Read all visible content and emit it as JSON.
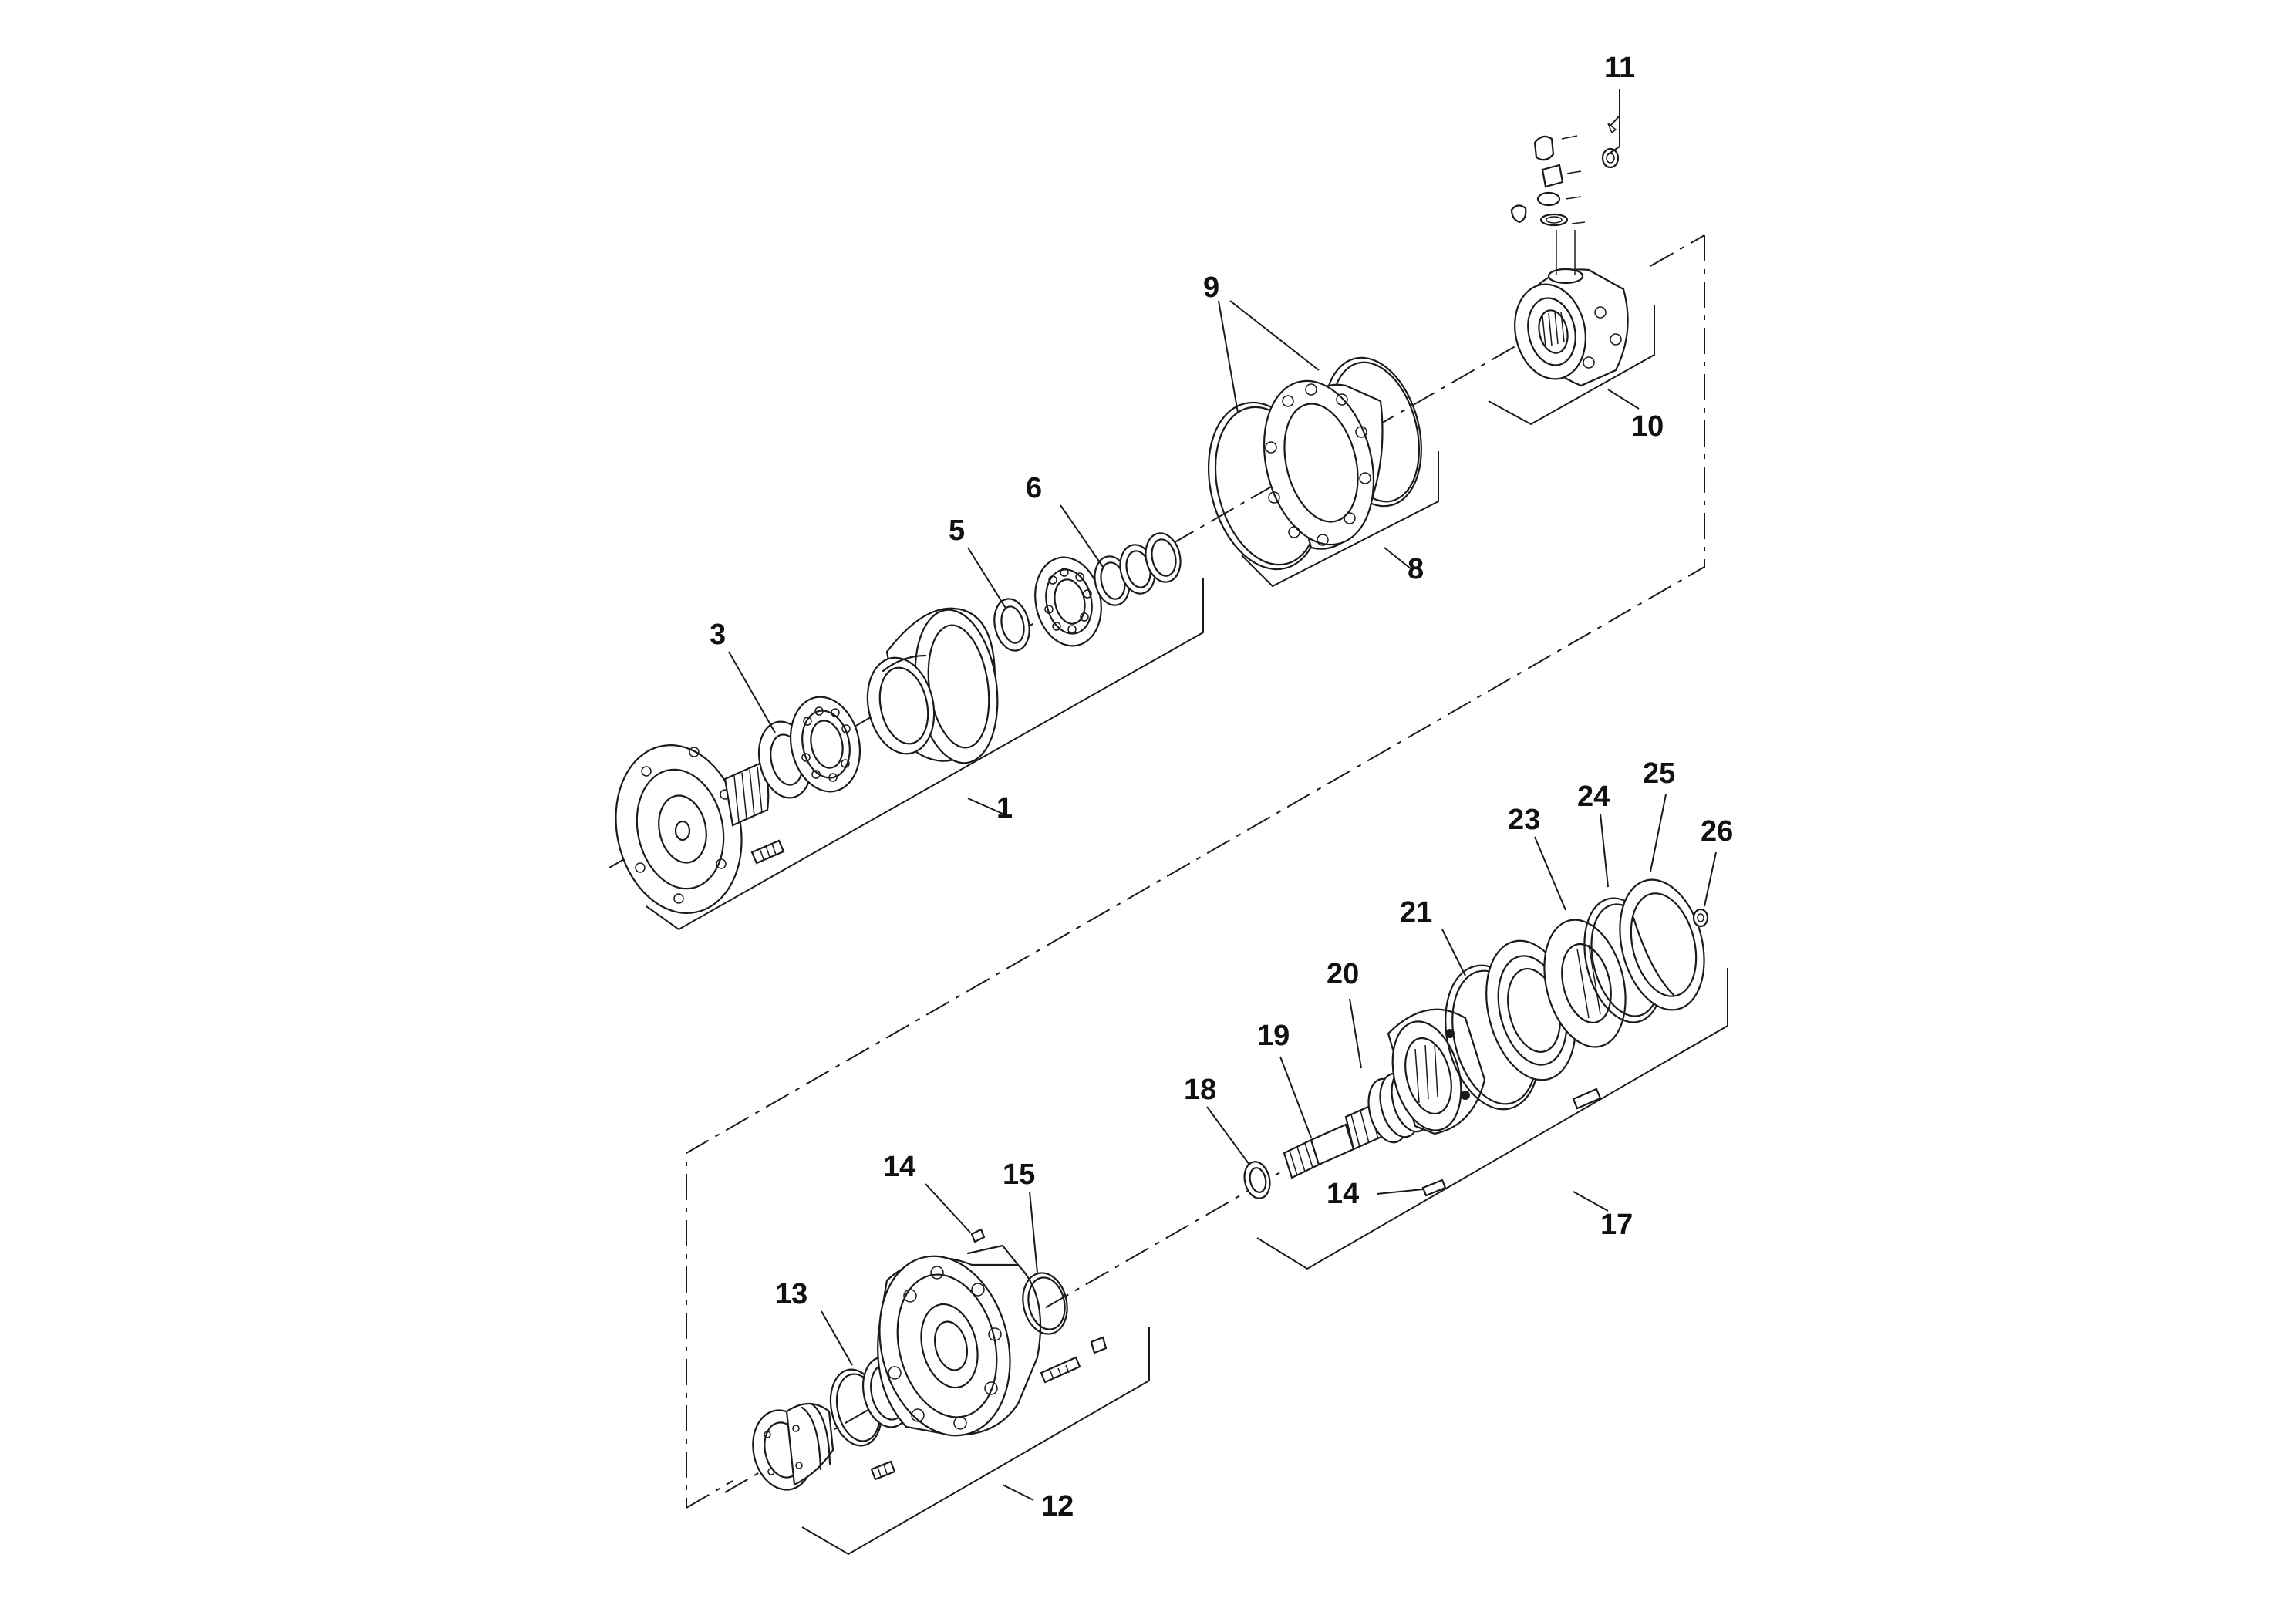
{
  "callouts": {
    "c1": "1",
    "c3": "3",
    "c5": "5",
    "c6": "6",
    "c8": "8",
    "c9": "9",
    "c10": "10",
    "c11": "11",
    "c12": "12",
    "c13": "13",
    "c14a": "14",
    "c14b": "14",
    "c15": "15",
    "c17": "17",
    "c18": "18",
    "c19": "19",
    "c20": "20",
    "c21": "21",
    "c23": "23",
    "c24": "24",
    "c25": "25",
    "c26": "26"
  },
  "colors": {
    "ink": "#1a1a1a",
    "background": "#ffffff"
  }
}
